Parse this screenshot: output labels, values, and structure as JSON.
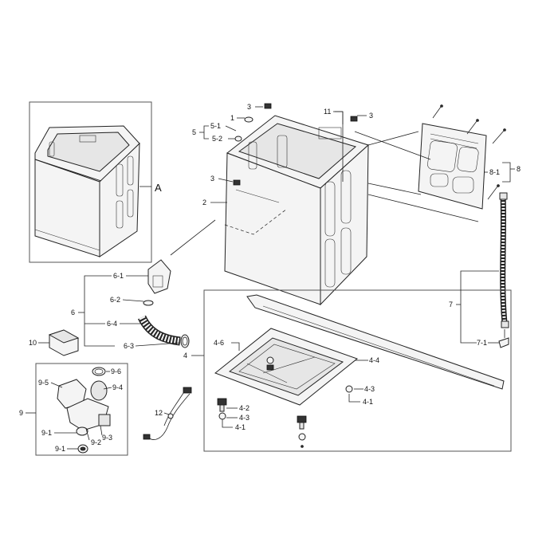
{
  "callouts": {
    "c1": "1",
    "c2": "2",
    "c3a": "3",
    "c3b": "3",
    "c3c": "3",
    "c4": "4",
    "c4_1a": "4-1",
    "c4_1b": "4-1",
    "c4_2": "4-2",
    "c4_3a": "4-3",
    "c4_3b": "4-3",
    "c4_4": "4-4",
    "c4_6": "4-6",
    "c5": "5",
    "c5_1": "5-1",
    "c5_2": "5-2",
    "c6": "6",
    "c6_1": "6-1",
    "c6_2": "6-2",
    "c6_3": "6-3",
    "c6_4": "6-4",
    "c7": "7",
    "c7_1": "7-1",
    "c8": "8",
    "c8_1": "8-1",
    "c9": "9",
    "c9_1a": "9-1",
    "c9_1b": "9-1",
    "c9_2": "9-2",
    "c9_3": "9-3",
    "c9_4": "9-4",
    "c9_5": "9-5",
    "c9_6": "9-6",
    "c10": "10",
    "c11": "11",
    "c12": "12",
    "cA": "A"
  },
  "colors": {
    "line": "#222222",
    "frame": "#555555",
    "background": "#ffffff"
  }
}
